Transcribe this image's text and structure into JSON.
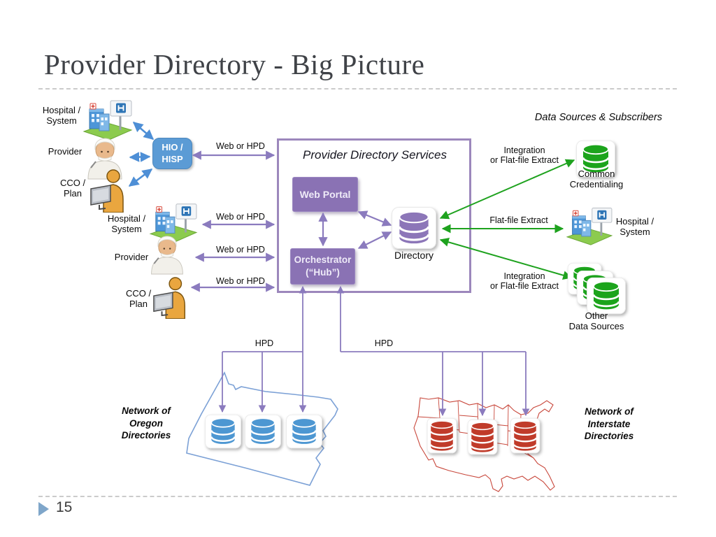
{
  "slide": {
    "title": "Provider Directory - Big Picture",
    "page_number": "15"
  },
  "hio_cluster": {
    "sources": [
      {
        "label": "Hospital /\nSystem"
      },
      {
        "label": "Provider"
      },
      {
        "label": "CCO /\nPlan"
      }
    ],
    "hub_label": "HIO /\nHISP",
    "arrow_label": "Web or HPD"
  },
  "direct_cluster": {
    "items": [
      {
        "label": "Hospital /\nSystem",
        "arrow_label": "Web or HPD"
      },
      {
        "label": "Provider",
        "arrow_label": "Web or HPD"
      },
      {
        "label": "CCO /\nPlan",
        "arrow_label": "Web or HPD"
      }
    ]
  },
  "center_box": {
    "title": "Provider Directory Services",
    "web_portal_label": "Web Portal",
    "orchestrator_label": "Orchestrator\n(“Hub”)",
    "directory_label": "Directory"
  },
  "data_sources": {
    "title": "Data Sources & Subscribers",
    "common_credentialing": {
      "arrow_label": "Integration\nor Flat-file Extract",
      "label": "Common\nCredentialing"
    },
    "hospital_system": {
      "arrow_label": "Flat-file Extract",
      "label": "Hospital /\nSystem"
    },
    "other_sources": {
      "arrow_label": "Integration\nor Flat-file Extract",
      "label": "Other\nData Sources"
    }
  },
  "networks": {
    "oregon": {
      "arrow_label": "HPD",
      "caption": "Network of\nOregon\nDirectories"
    },
    "interstate": {
      "arrow_label": "HPD",
      "caption": "Network of\nInterstate\nDirectories"
    }
  },
  "icons": {
    "hospital": "hospital-building-icon",
    "provider": "doctor-icon",
    "cco_plan": "person-at-computer-icon",
    "database": "database-cylinder-icon",
    "footer_marker": "right-triangle-icon"
  },
  "colors": {
    "purple_accent": "#8B7BBE",
    "purple_fill": "#8A72B4",
    "blue_accent": "#4E8FD6",
    "hio_blue": "#5B9BD5",
    "green_accent": "#1EA21E",
    "blue_db": "#4E97D2",
    "red_db": "#C03A2B",
    "green_db": "#1CA41C",
    "purple_db": "#8C76B8",
    "oregon_outline": "#7CA1D6",
    "us_outline": "#C8473B",
    "title_text": "#3F4247"
  }
}
